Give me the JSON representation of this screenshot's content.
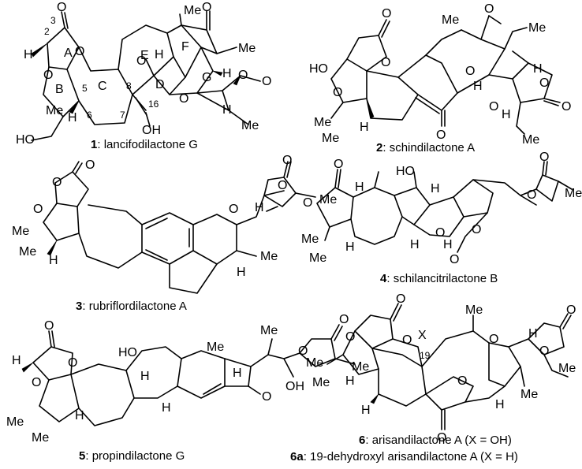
{
  "compounds": [
    {
      "number": "1",
      "name": "lancifodilactone G"
    },
    {
      "number": "2",
      "name": "schindilactone A"
    },
    {
      "number": "3",
      "name": "rubriflordilactone A"
    },
    {
      "number": "4",
      "name": "schilancitrilactone B"
    },
    {
      "number": "5",
      "name": "propindilactone G"
    },
    {
      "number": "6",
      "name": "arisandilactone A (X = OH)"
    },
    {
      "number": "6a",
      "name": "19-dehydroxyl arisandilactone A (X = H)"
    }
  ],
  "caption_separator": ": ",
  "atoms": {
    "O": "O",
    "H": "H",
    "OH": "OH",
    "HO": "HO",
    "Me": "Me",
    "X": "X"
  },
  "ring_letters": [
    "A",
    "B",
    "C",
    "D",
    "E",
    "F",
    "G",
    "H"
  ],
  "locants": [
    "2",
    "3",
    "5",
    "6",
    "7",
    "8",
    "16",
    "19"
  ]
}
